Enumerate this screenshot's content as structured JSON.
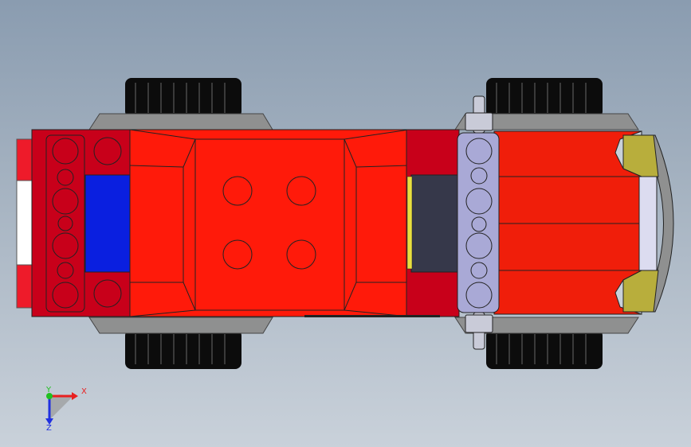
{
  "viewport": {
    "background_top": "#8a9cb0",
    "background_bottom": "#c9d1da"
  },
  "model": {
    "body_color": "#ff1a0a",
    "dark_red": "#c8001a",
    "window_blue": "#0a1fe0",
    "bumper_lavender": "#a9a9d6",
    "fender_gray": "#8f9090",
    "tire_black": "#0c0c0c",
    "headlight_olive": "#b8ae3c",
    "cockpit_dark": "#36384a",
    "accent_yellow": "#e8e040"
  },
  "triad": {
    "x_label": "X",
    "y_label": "Y",
    "z_label": "Z",
    "x_color": "#e82020",
    "y_color": "#20c020",
    "z_color": "#2030e0"
  }
}
